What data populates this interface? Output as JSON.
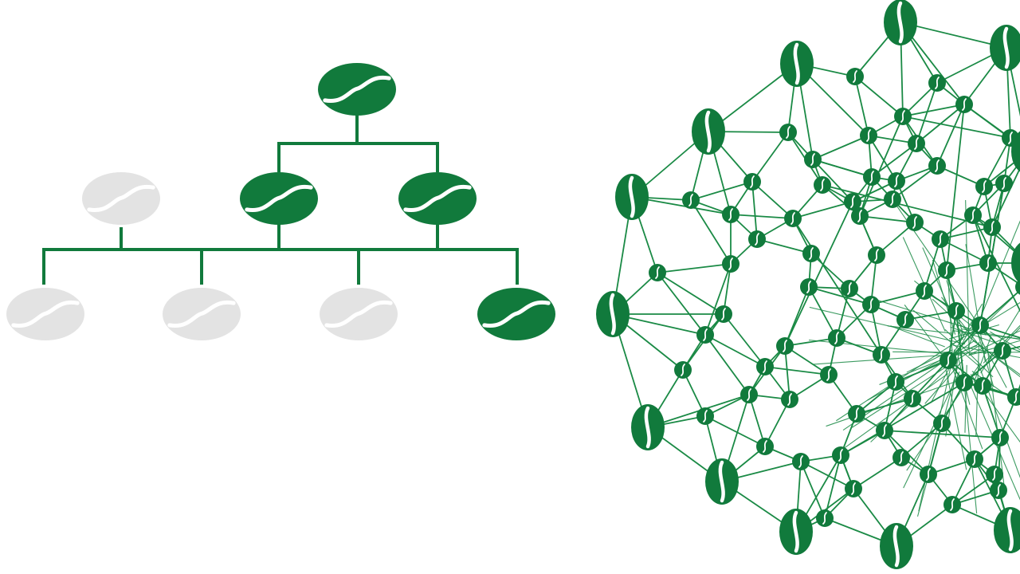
{
  "colors": {
    "active": "#117a3c",
    "inactive": "#e3e3e3",
    "link": "#1a8a45",
    "background": "#ffffff"
  },
  "hierarchy": {
    "levels": [
      [
        {
          "id": "root",
          "state": "active"
        }
      ],
      [
        {
          "id": "l1-a",
          "state": "inactive"
        },
        {
          "id": "l1-b",
          "state": "active"
        },
        {
          "id": "l1-c",
          "state": "active"
        }
      ],
      [
        {
          "id": "l2-a",
          "state": "inactive"
        },
        {
          "id": "l2-b",
          "state": "inactive"
        },
        {
          "id": "l2-c",
          "state": "inactive"
        },
        {
          "id": "l2-d",
          "state": "active"
        }
      ]
    ]
  },
  "network": {
    "outer_beans": 13,
    "inner_nodes": 75,
    "node_state": "active"
  }
}
